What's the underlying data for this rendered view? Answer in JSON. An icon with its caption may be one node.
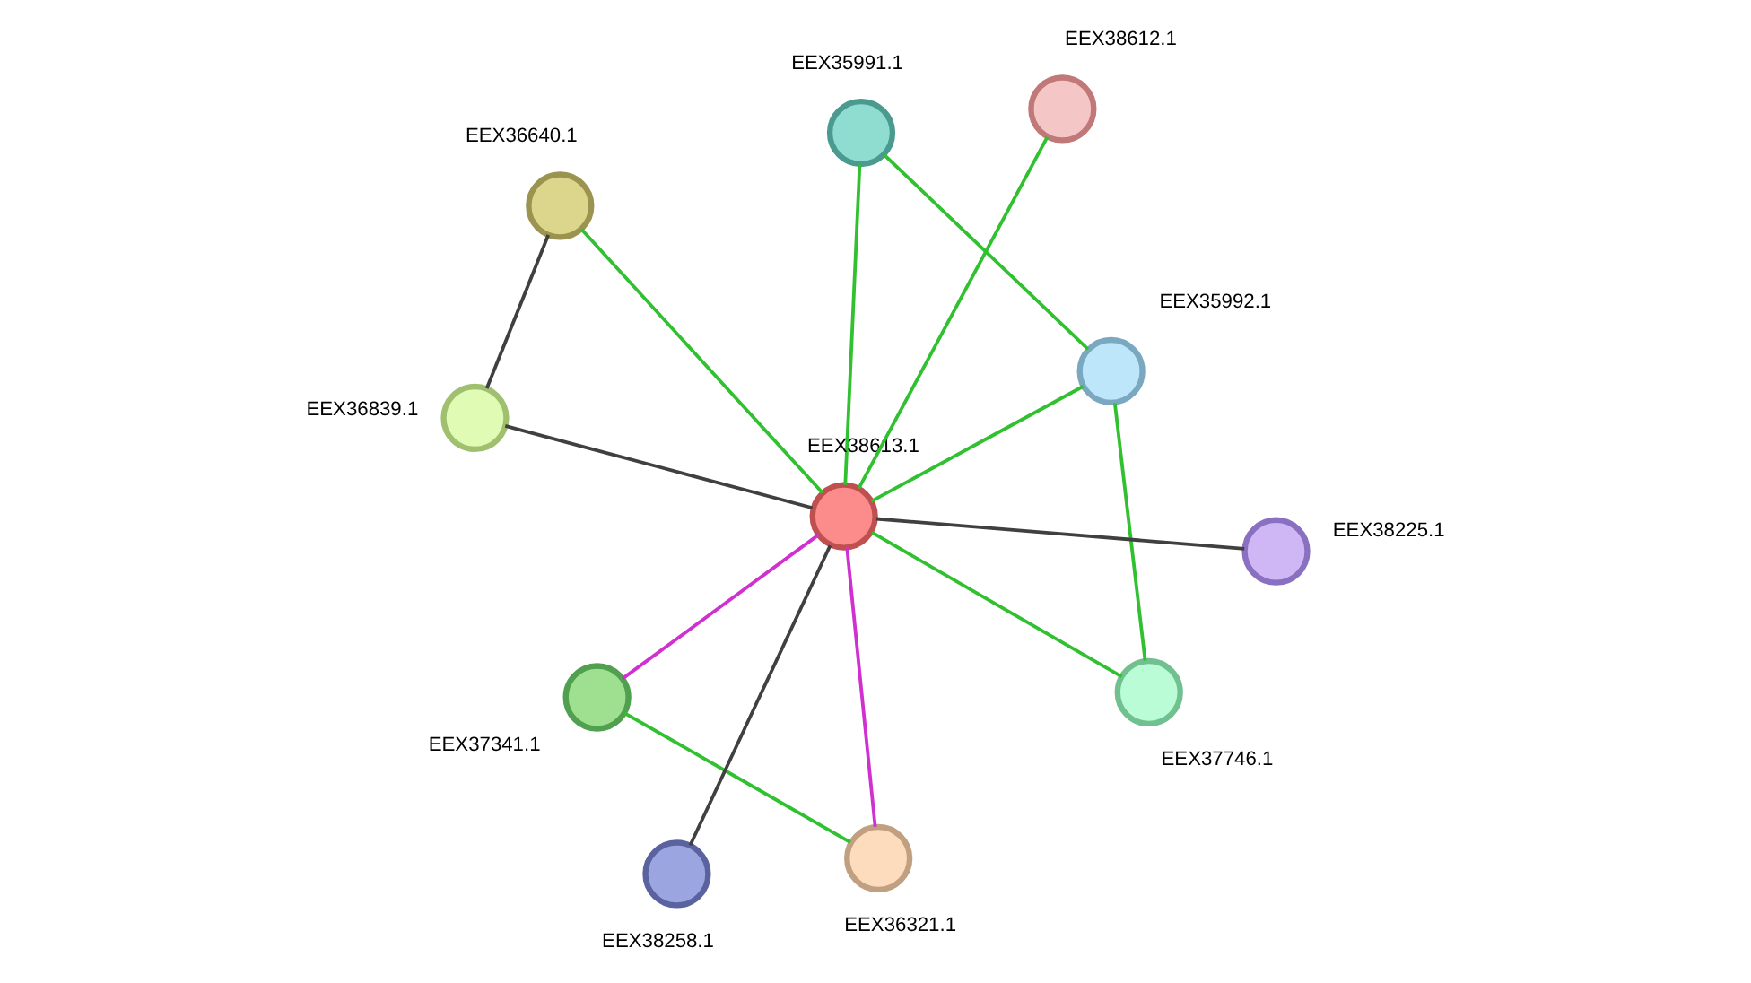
{
  "diagram": {
    "nodes": [
      {
        "text": [],
        "shape": "circle",
        "beside": [
          "EEX38258.1"
        ]
      },
      {
        "text": [],
        "shape": "circle",
        "beside": [
          "EEX35991.1"
        ]
      },
      {
        "text": [],
        "shape": "circle",
        "beside": [
          "EEX35992.1"
        ]
      },
      {
        "text": [],
        "shape": "circle",
        "beside": [
          "EEX36321.1"
        ]
      },
      {
        "text": [],
        "shape": "circle",
        "beside": [
          "EEX37746.1"
        ]
      },
      {
        "text": [],
        "shape": "circle",
        "beside": [
          "EEX37341.1"
        ]
      },
      {
        "text": [],
        "shape": "circle",
        "beside": [
          "EEX38613.1"
        ]
      },
      {
        "text": [],
        "shape": "circle",
        "beside": [
          "EEX38612.1"
        ]
      },
      {
        "text": [],
        "shape": "circle",
        "beside": [
          "EEX38225.1"
        ]
      },
      {
        "text": [],
        "shape": "circle",
        "beside": [
          "EEX36640.1"
        ]
      },
      {
        "text": [],
        "shape": "circle",
        "beside": [
          "EEX36839.1"
        ]
      }
    ],
    "edges": [
      {
        "from": 6,
        "to": 0,
        "arrow": "none",
        "color": "#404040"
      },
      {
        "from": 6,
        "to": 1,
        "arrow": "none",
        "color": "#30c030"
      },
      {
        "from": 6,
        "to": 2,
        "arrow": "none",
        "color": "#30c030"
      },
      {
        "from": 6,
        "to": 4,
        "arrow": "none",
        "color": "#30c030"
      },
      {
        "from": 1,
        "to": 2,
        "arrow": "none",
        "color": "#30c030"
      },
      {
        "from": 2,
        "to": 4,
        "arrow": "none",
        "color": "#30c030"
      },
      {
        "from": 3,
        "to": 5,
        "arrow": "none",
        "color": "#30c030"
      },
      {
        "from": 6,
        "to": 3,
        "arrow": "none",
        "color": "#d030d0"
      },
      {
        "from": 5,
        "to": 6,
        "arrow": "none",
        "color": "#d030d0"
      },
      {
        "from": 6,
        "to": 8,
        "arrow": "none",
        "color": "#404040"
      },
      {
        "from": 6,
        "to": 10,
        "arrow": "none",
        "color": "#404040"
      },
      {
        "from": 6,
        "to": 9,
        "arrow": "none",
        "color": "#30c030"
      },
      {
        "from": 10,
        "to": 9,
        "arrow": "none",
        "color": "#404040"
      },
      {
        "from": 6,
        "to": 7,
        "arrow": "none",
        "color": "#30c030"
      }
    ]
  }
}
